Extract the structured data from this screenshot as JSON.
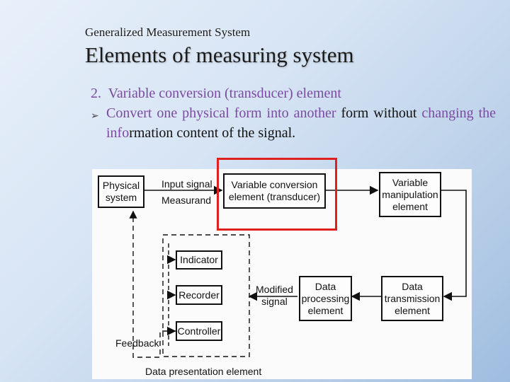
{
  "header": {
    "subtitle": "Generalized Measurement System",
    "title": "Elements of measuring system"
  },
  "content": {
    "item_number": "2.",
    "item_text": "Variable conversion (transducer) element",
    "bullet_part1": "Convert one physical form into another ",
    "bullet_part2": "form without",
    "bullet_part3": "changing the info",
    "bullet_part4": "rmation content of the signal."
  },
  "diagram": {
    "physical_system": [
      "Physical",
      "system"
    ],
    "input_signal": "Input signal",
    "measurand": "Measurand",
    "conversion": [
      "Variable conversion",
      "element (transducer)"
    ],
    "manipulation": [
      "Variable",
      "manipulation",
      "element"
    ],
    "indicator": "Indicator",
    "recorder": "Recorder",
    "controller": "Controller",
    "modified": [
      "Modified",
      "signal"
    ],
    "processing": [
      "Data",
      "processing",
      "element"
    ],
    "transmission": [
      "Data",
      "transmission",
      "element"
    ],
    "feedback": "Feedback",
    "presentation": "Data presentation element",
    "highlight_color": "#e0201e"
  }
}
